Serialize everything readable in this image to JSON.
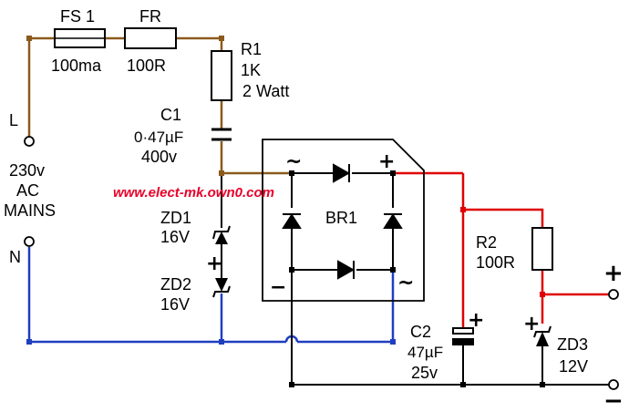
{
  "colors": {
    "live_wire": "#8b5a1b",
    "neutral_wire": "#1f3fbf",
    "positive_wire": "#e00000",
    "black_wire": "#000000",
    "watermark": "#e8002a"
  },
  "labels": {
    "fs1_name": "FS 1",
    "fs1_value": "100ma",
    "fr_name": "FR",
    "fr_value": "100R",
    "r1_name": "R1",
    "r1_value": "1K",
    "r1_power": "2 Watt",
    "c1_name": "C1",
    "c1_value": "0·47µF",
    "c1_voltage": "400v",
    "line_l": "L",
    "mains_voltage": "230v",
    "mains_ac": "AC",
    "mains_word": "MAINS",
    "line_n": "N",
    "zd1_name": "ZD1",
    "zd1_value": "16V",
    "zd2_name": "ZD2",
    "zd2_value": "16V",
    "br1_name": "BR1",
    "r2_name": "R2",
    "r2_value": "100R",
    "c2_name": "C2",
    "c2_value": "47µF",
    "c2_voltage": "25v",
    "zd3_name": "ZD3",
    "zd3_value": "12V",
    "watermark": "www.elect-mk.own0.com",
    "plus": "+",
    "minus": "−",
    "tilde": "~"
  }
}
